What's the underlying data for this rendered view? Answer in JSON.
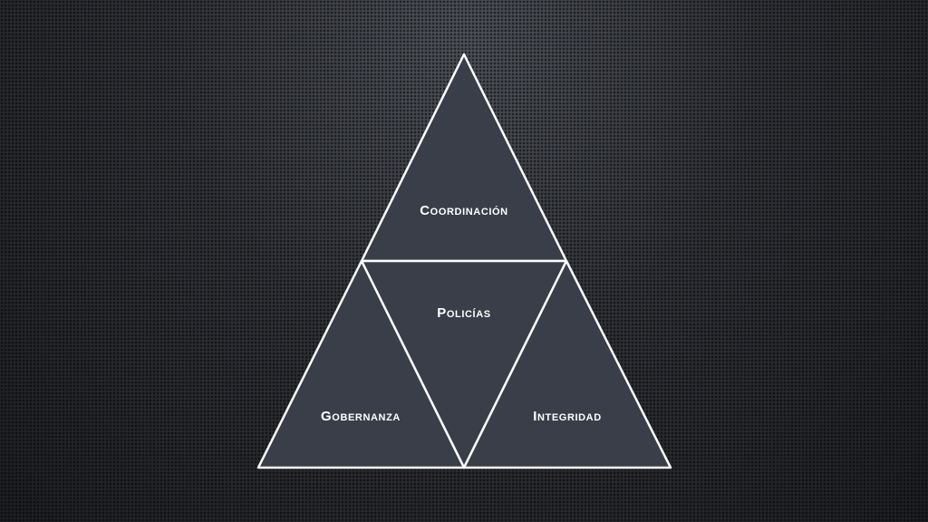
{
  "diagram": {
    "top": "Coordinación",
    "center": "Policías",
    "left": "Gobernanza",
    "right": "Integridad"
  }
}
